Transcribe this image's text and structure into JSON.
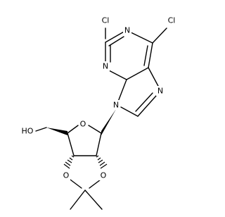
{
  "atoms": {
    "cl2": "Cl",
    "n1": "N",
    "n3": "N",
    "cl6": "Cl",
    "n7": "N",
    "n9": "N",
    "o_ring": "O",
    "ho": "HO",
    "o_dioxolane_left": "O",
    "o_dioxolane_right": "O"
  }
}
